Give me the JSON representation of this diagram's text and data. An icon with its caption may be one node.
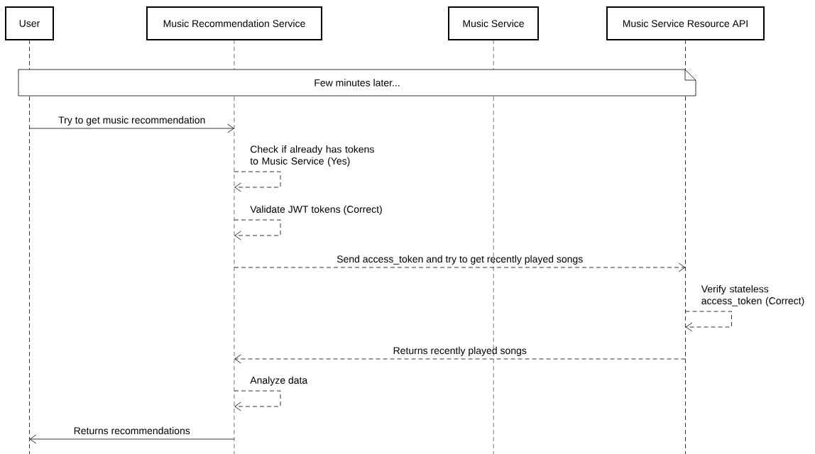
{
  "diagram": {
    "nodes": [
      {
        "text": [
          "User"
        ]
      },
      {
        "text": [
          "Music Recommendation Service"
        ]
      },
      {
        "text": [
          "Music Service"
        ]
      },
      {
        "text": [
          "Music Service Resource API"
        ]
      },
      {
        "text": [
          "Few minutes later..."
        ]
      }
    ],
    "edges": [
      {
        "from": 0,
        "to": 1,
        "arrow": "to",
        "label": "Try to get music recommendation"
      },
      {
        "from": 1,
        "to": 1,
        "arrow": "to",
        "label": "Check if already has tokens to Music Service (Yes)",
        "style": "dashed"
      },
      {
        "from": 1,
        "to": 1,
        "arrow": "to",
        "label": "Validate JWT tokens (Correct)",
        "style": "dashed"
      },
      {
        "from": 1,
        "to": 3,
        "arrow": "to",
        "label": "Send access_token and try to get recently played songs",
        "style": "dashed"
      },
      {
        "from": 3,
        "to": 3,
        "arrow": "to",
        "label": "Verify stateless access_token (Correct)",
        "style": "dashed"
      },
      {
        "from": 3,
        "to": 1,
        "arrow": "to",
        "label": "Returns recently played songs",
        "style": "dashed"
      },
      {
        "from": 1,
        "to": 1,
        "arrow": "to",
        "label": "Analyze data",
        "style": "dashed"
      },
      {
        "from": 1,
        "to": 0,
        "arrow": "to",
        "label": "Returns recommendations"
      }
    ]
  }
}
